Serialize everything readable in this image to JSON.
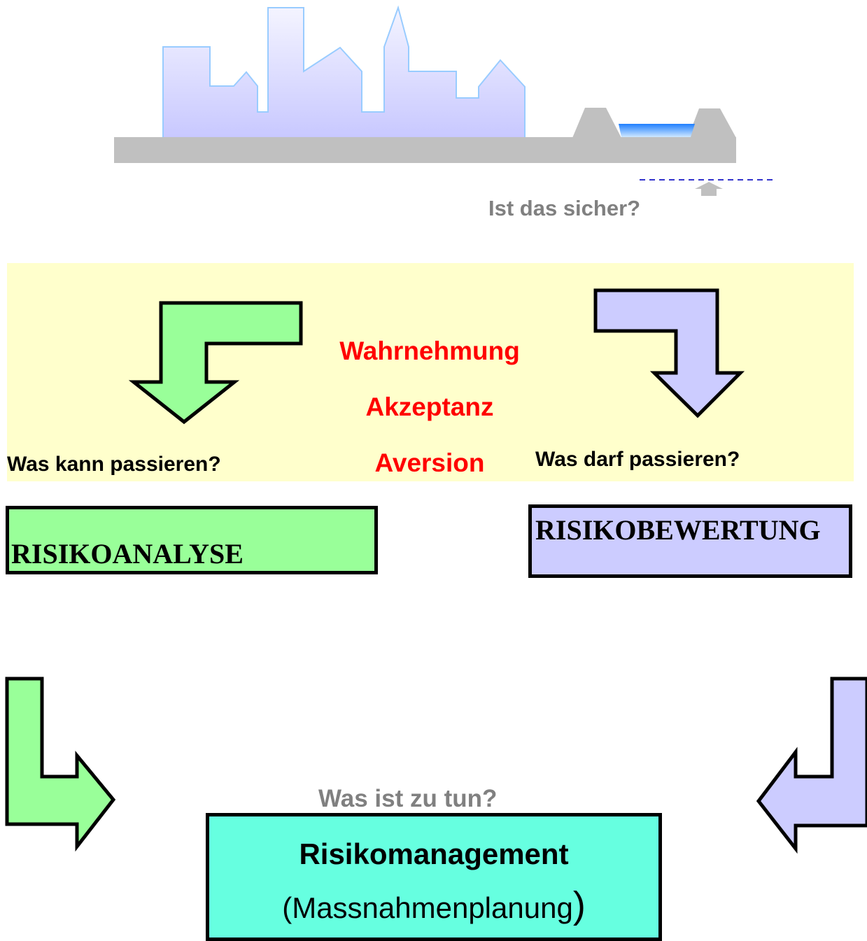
{
  "scene": {
    "question": "Ist das sicher?"
  },
  "band": {
    "left_question": "Was kann passieren?",
    "right_question": "Was darf passieren?",
    "concepts": [
      "Wahrnehmung",
      "Akzeptanz",
      "Aversion"
    ]
  },
  "boxes": {
    "analysis": "RISIKOANALYSE",
    "evaluation": "RISIKOBEWERTUNG"
  },
  "management": {
    "question": "Was ist zu tun?",
    "title": "Risikomanagement",
    "subtitle_open": "(",
    "subtitle": "Massnahmenplanung",
    "subtitle_close": ")"
  },
  "colors": {
    "analysis_fill": "#99ff99",
    "evaluation_fill": "#ccccff",
    "management_fill": "#66ffe0",
    "band_fill": "#ffffcc",
    "concept_text": "#ff0000",
    "ground": "#c0c0c0",
    "water": "#3399ff",
    "city": "#ccccff"
  }
}
